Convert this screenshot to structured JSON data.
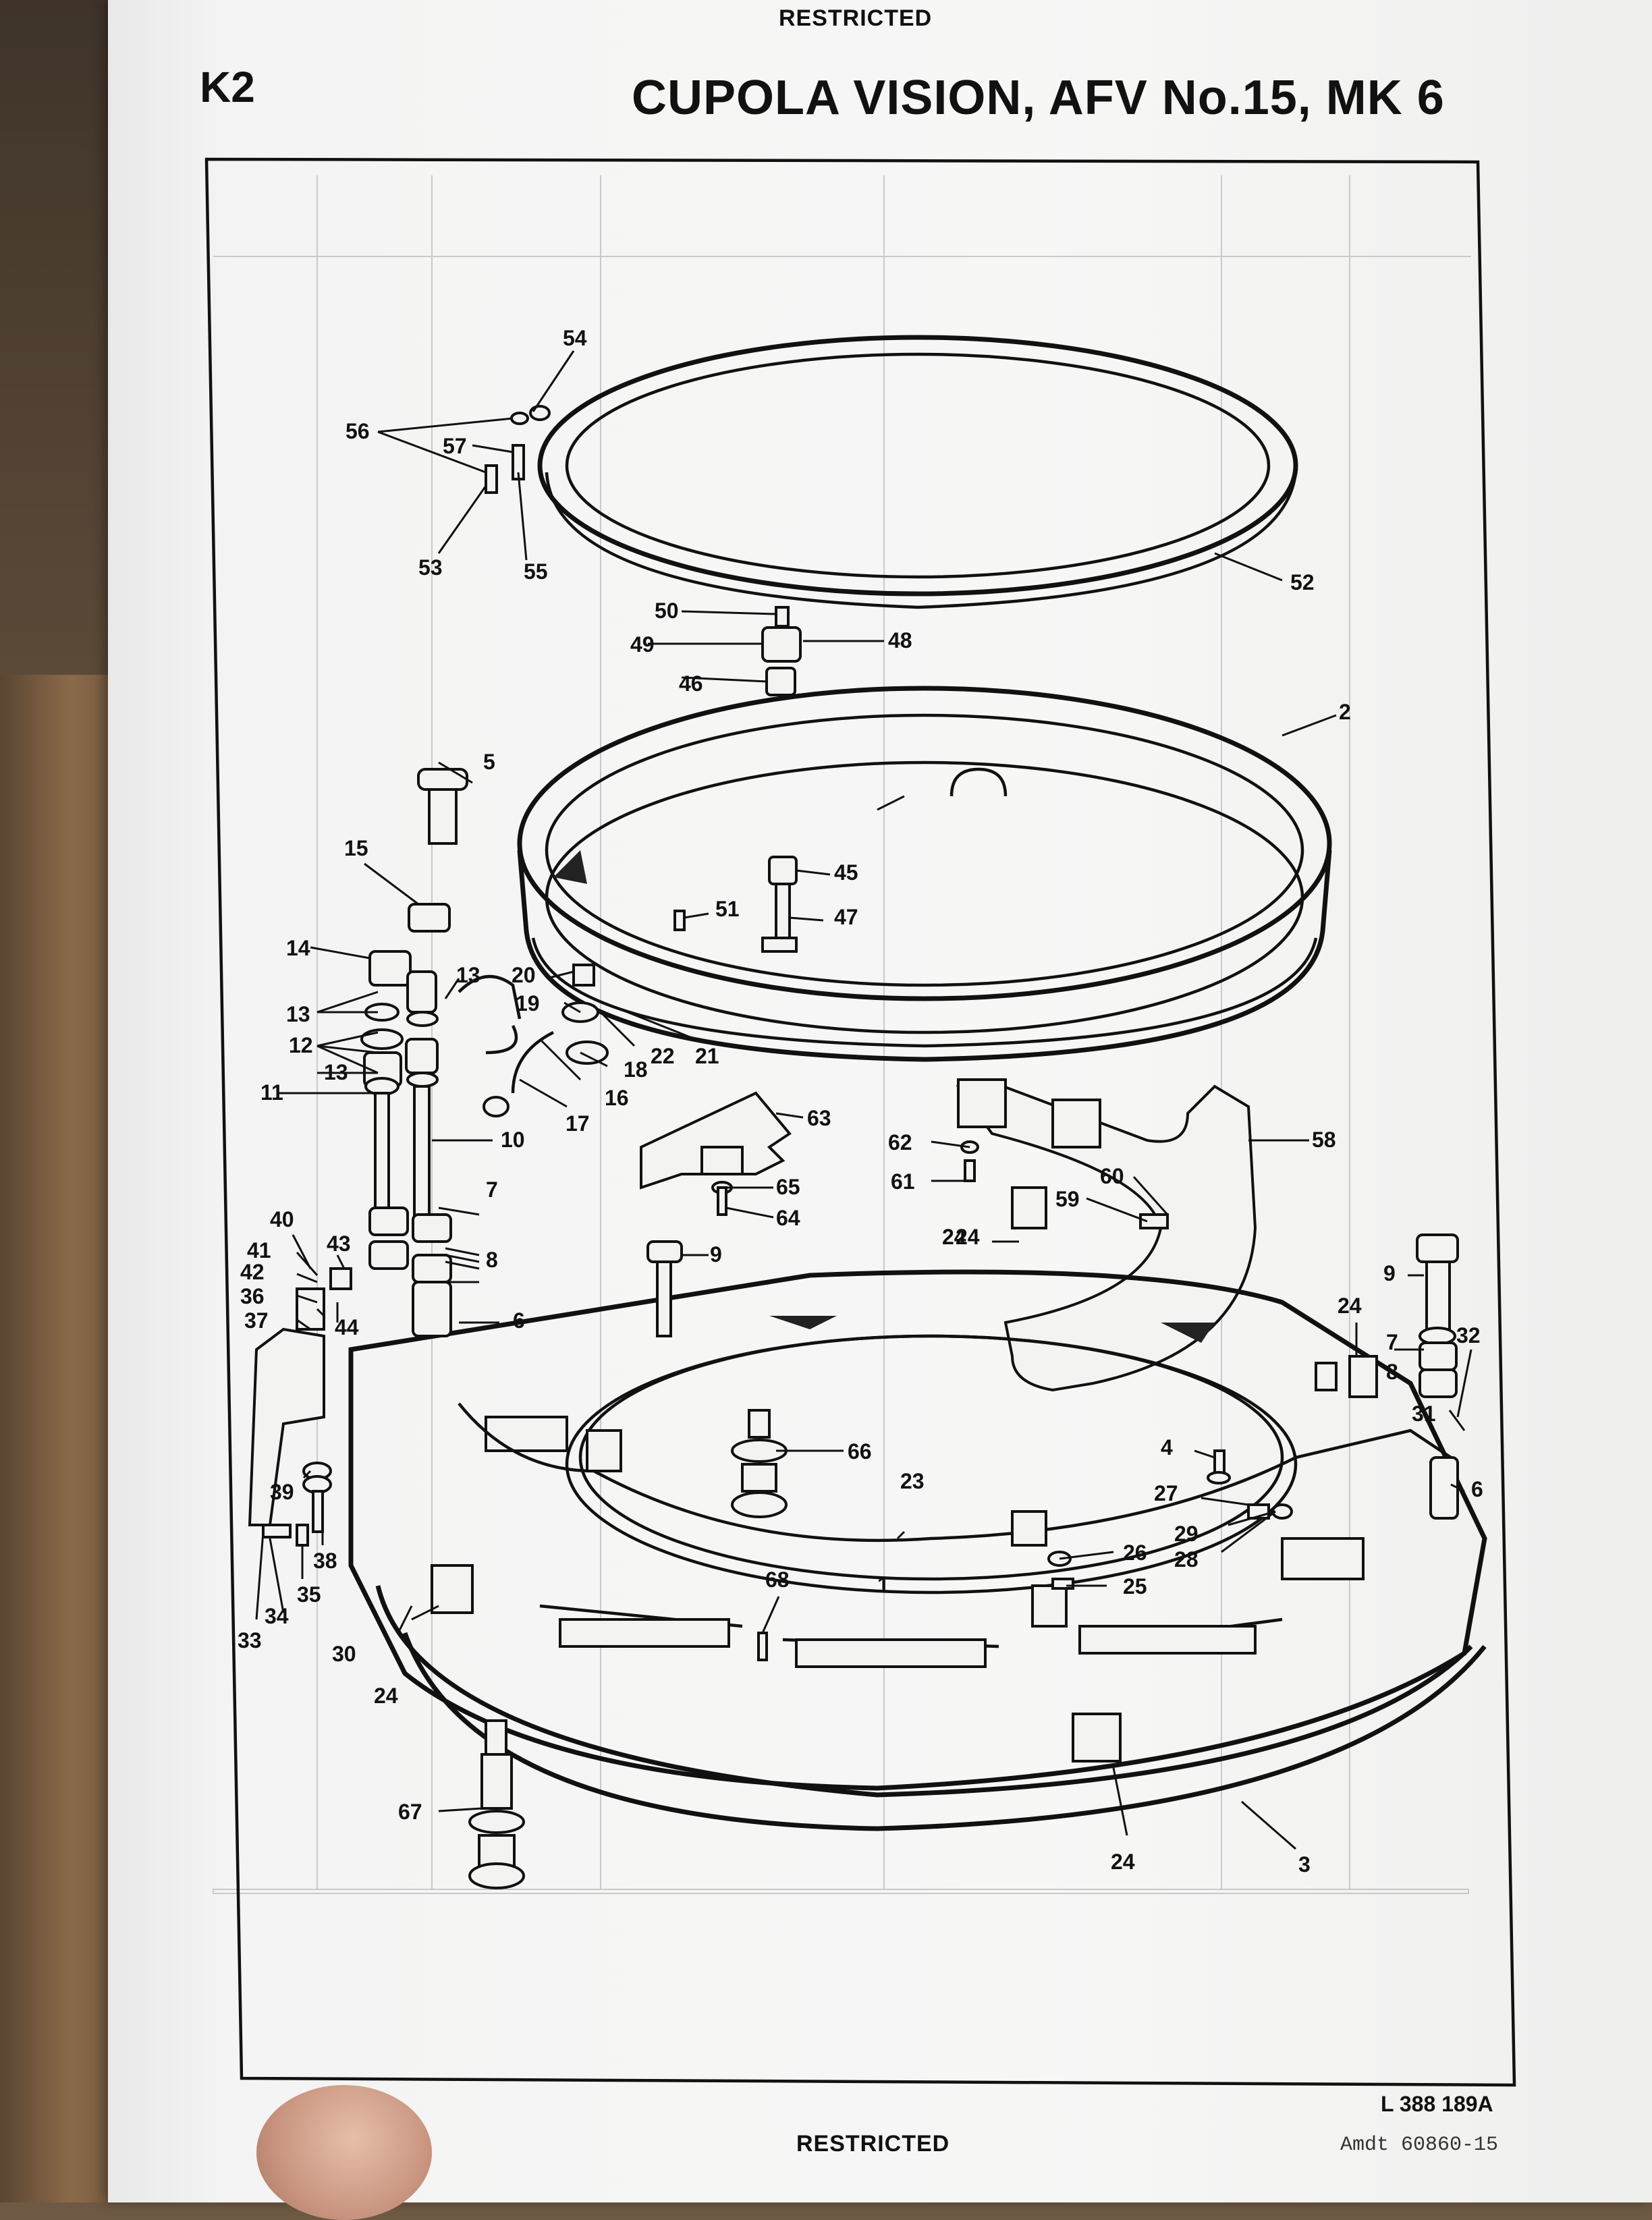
{
  "document": {
    "classification_top": "RESTRICTED",
    "classification_bottom": "RESTRICTED",
    "sheet_id": "K2",
    "title": "CUPOLA VISION, AFV No.15, MK 6",
    "reference_code": "L 388 189A",
    "amendment": "Amdt 60860-15"
  },
  "diagram": {
    "type": "exploded parts illustration",
    "callouts": [
      "1",
      "2",
      "3",
      "4",
      "5",
      "6",
      "6",
      "7",
      "7",
      "8",
      "8",
      "9",
      "9",
      "10",
      "11",
      "12",
      "13",
      "13",
      "13",
      "14",
      "15",
      "16",
      "17",
      "18",
      "19",
      "20",
      "21",
      "22",
      "23",
      "24",
      "24",
      "24",
      "24",
      "24",
      "25",
      "26",
      "27",
      "28",
      "29",
      "30",
      "31",
      "32",
      "33",
      "34",
      "35",
      "36",
      "37",
      "38",
      "39",
      "40",
      "41",
      "42",
      "43",
      "44",
      "45",
      "46",
      "47",
      "48",
      "49",
      "50",
      "51",
      "52",
      "53",
      "54",
      "55",
      "56",
      "57",
      "58",
      "59",
      "60",
      "61",
      "62",
      "63",
      "64",
      "65",
      "66",
      "67",
      "68"
    ]
  }
}
